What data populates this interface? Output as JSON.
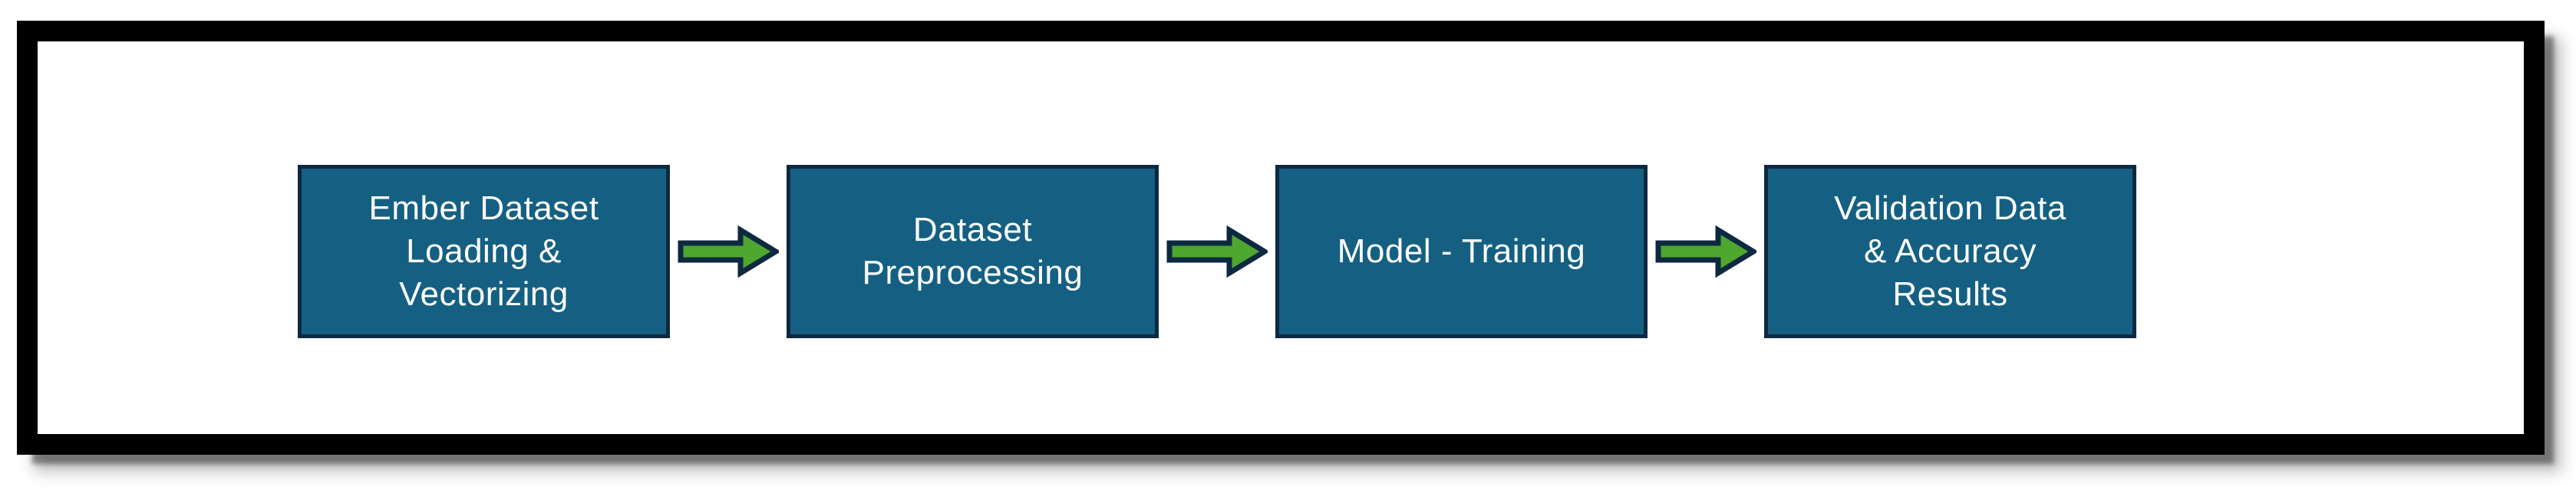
{
  "theme": {
    "background": "#FFFFFF",
    "frame_color": "#000000",
    "box_fill": "#156082",
    "box_border": "#0E2841",
    "arrow_fill": "#4EA72E",
    "arrow_outline": "#0E2841",
    "text_color": "#FFFFFF"
  },
  "diagram": {
    "type": "flowchart",
    "direction": "left-to-right",
    "steps": [
      {
        "label": "Ember Dataset\nLoading &\nVectorizing"
      },
      {
        "label": "Dataset\nPreprocessing"
      },
      {
        "label": "Model - Training"
      },
      {
        "label": "Validation Data\n& Accuracy\nResults"
      }
    ],
    "connectors": [
      {
        "from": 1,
        "to": 2,
        "icon": "right-arrow"
      },
      {
        "from": 2,
        "to": 3,
        "icon": "right-arrow"
      },
      {
        "from": 3,
        "to": 4,
        "icon": "right-arrow"
      }
    ]
  }
}
